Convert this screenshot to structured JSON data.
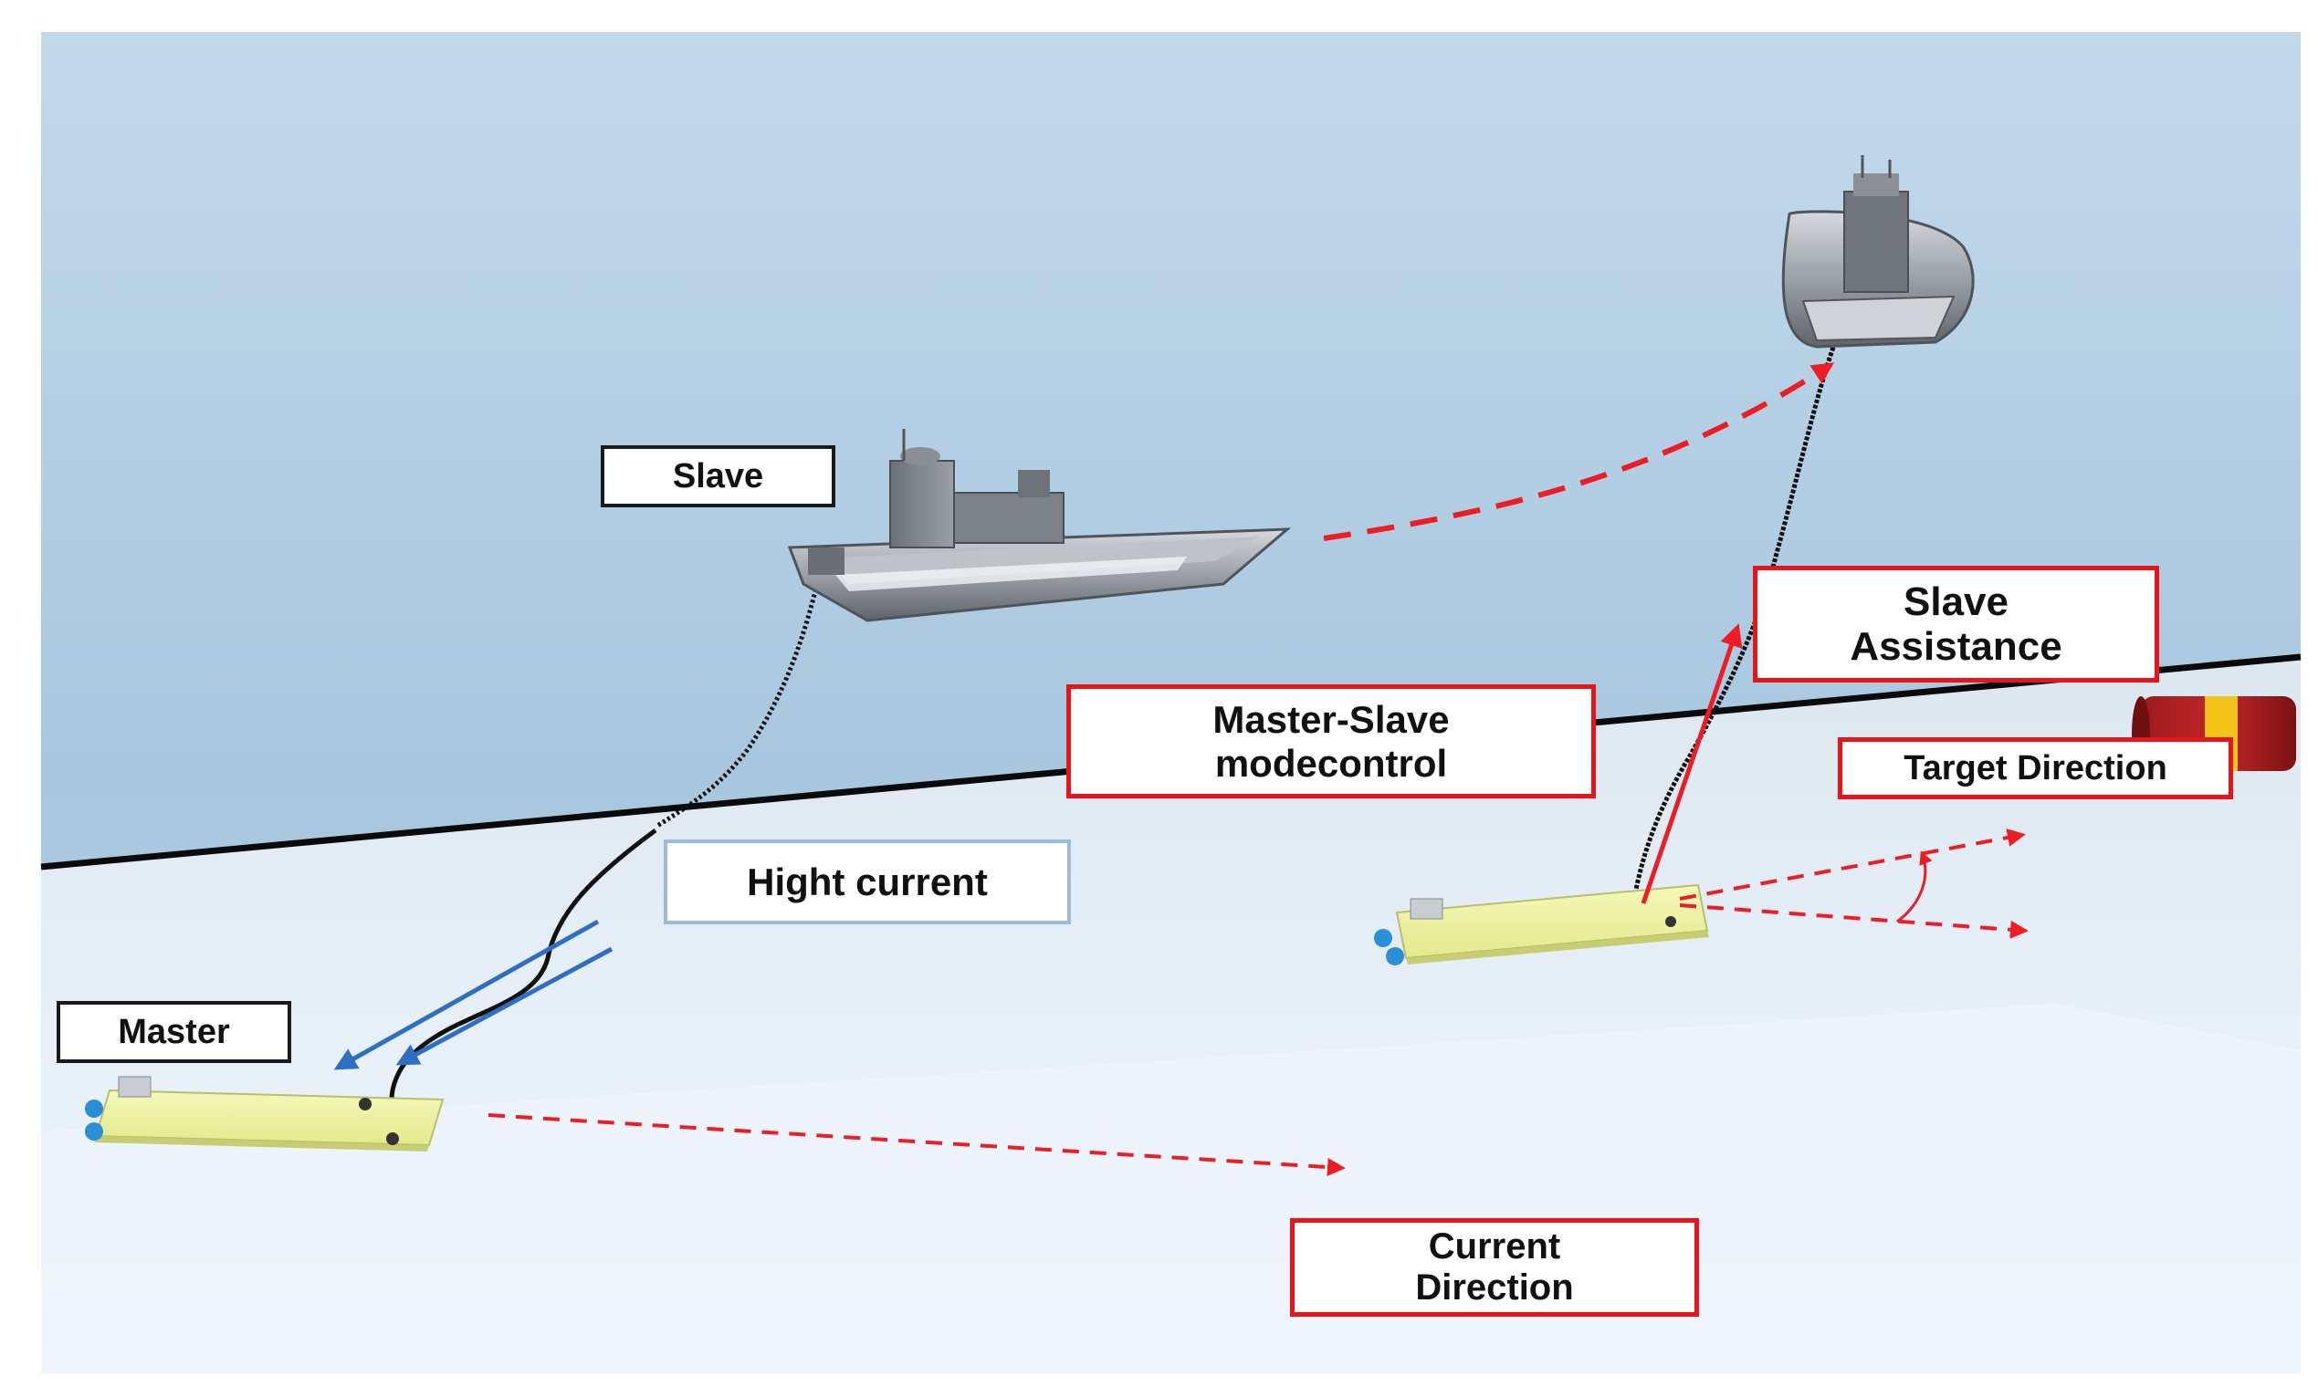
{
  "labels": {
    "slave": "Slave",
    "master": "Master",
    "hight_current": "Hight current",
    "master_slave_line1": "Master-Slave",
    "master_slave_line2": "modecontrol",
    "slave_assistance_line1": "Slave",
    "slave_assistance_line2": "Assistance",
    "target_direction": "Target Direction",
    "current_direction_line1": "Current",
    "current_direction_line2": "Direction"
  },
  "colors": {
    "upper_water": "#a9c8e0",
    "seabed": "#e2edf5",
    "seabed_light": "#eef5fb",
    "robot_body": "#eef3a2",
    "red_arrow": "#ee1c24",
    "blue_arrow": "#2e6fc4",
    "boundary_line": "#0a0a0a",
    "boat_hull": "#8d9299"
  }
}
